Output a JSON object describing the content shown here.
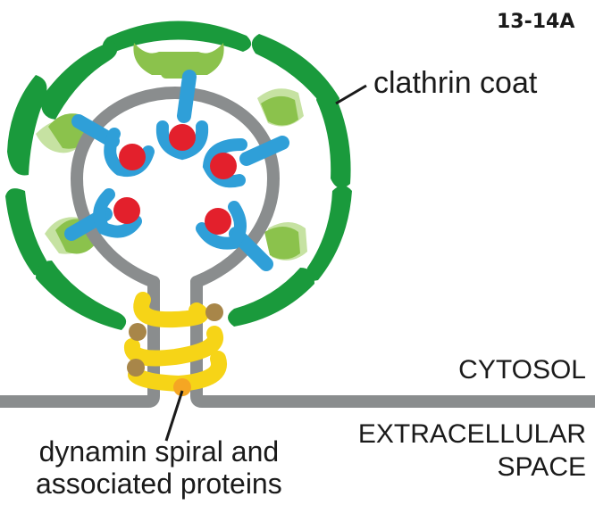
{
  "figure_id": "13-14A",
  "labels": {
    "clathrin_coat": "clathrin coat",
    "cytosol": "CYTOSOL",
    "extracellular_line1": "EXTRACELLULAR",
    "extracellular_line2": "SPACE",
    "dynamin_line1": "dynamin spiral and",
    "dynamin_line2": "associated proteins"
  },
  "colors": {
    "membrane": "#8a8d8e",
    "clathrin_dark": "#1a9a3c",
    "clathrin_light": "#8bc24c",
    "clathrin_pale": "#c6e2a2",
    "adaptor": "#2f9fd8",
    "cargo": "#e3202c",
    "dynamin": "#f6d417",
    "dynamin_protein": "#a88649",
    "dynamin_highlight": "#f5a623"
  }
}
